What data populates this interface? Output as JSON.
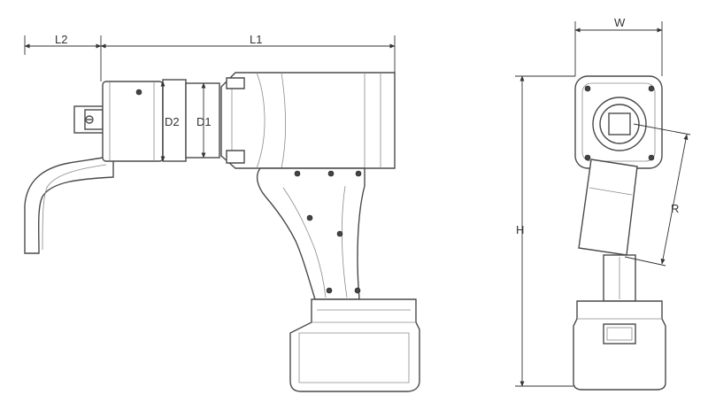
{
  "dimensions": {
    "l2": "L2",
    "l1": "L1",
    "d2": "D2",
    "d1": "D1",
    "w": "W",
    "h": "H",
    "r": "R"
  }
}
